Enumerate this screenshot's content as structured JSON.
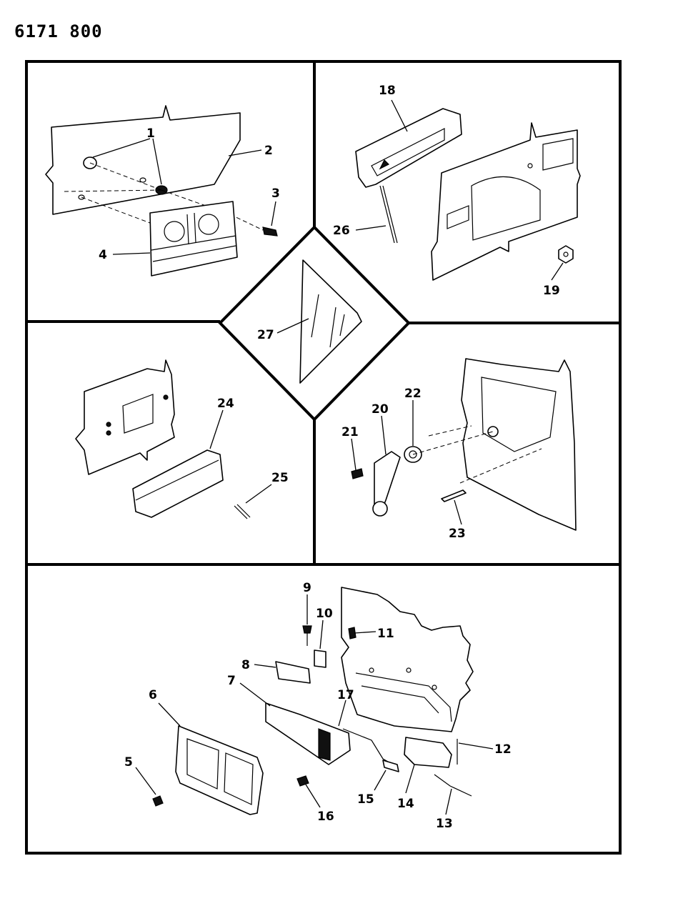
{
  "document_id": "6171 800",
  "callouts": [
    "1",
    "2",
    "3",
    "4",
    "5",
    "6",
    "7",
    "8",
    "9",
    "10",
    "11",
    "12",
    "13",
    "14",
    "15",
    "16",
    "17",
    "18",
    "19",
    "20",
    "21",
    "22",
    "23",
    "24",
    "25",
    "26",
    "27"
  ]
}
